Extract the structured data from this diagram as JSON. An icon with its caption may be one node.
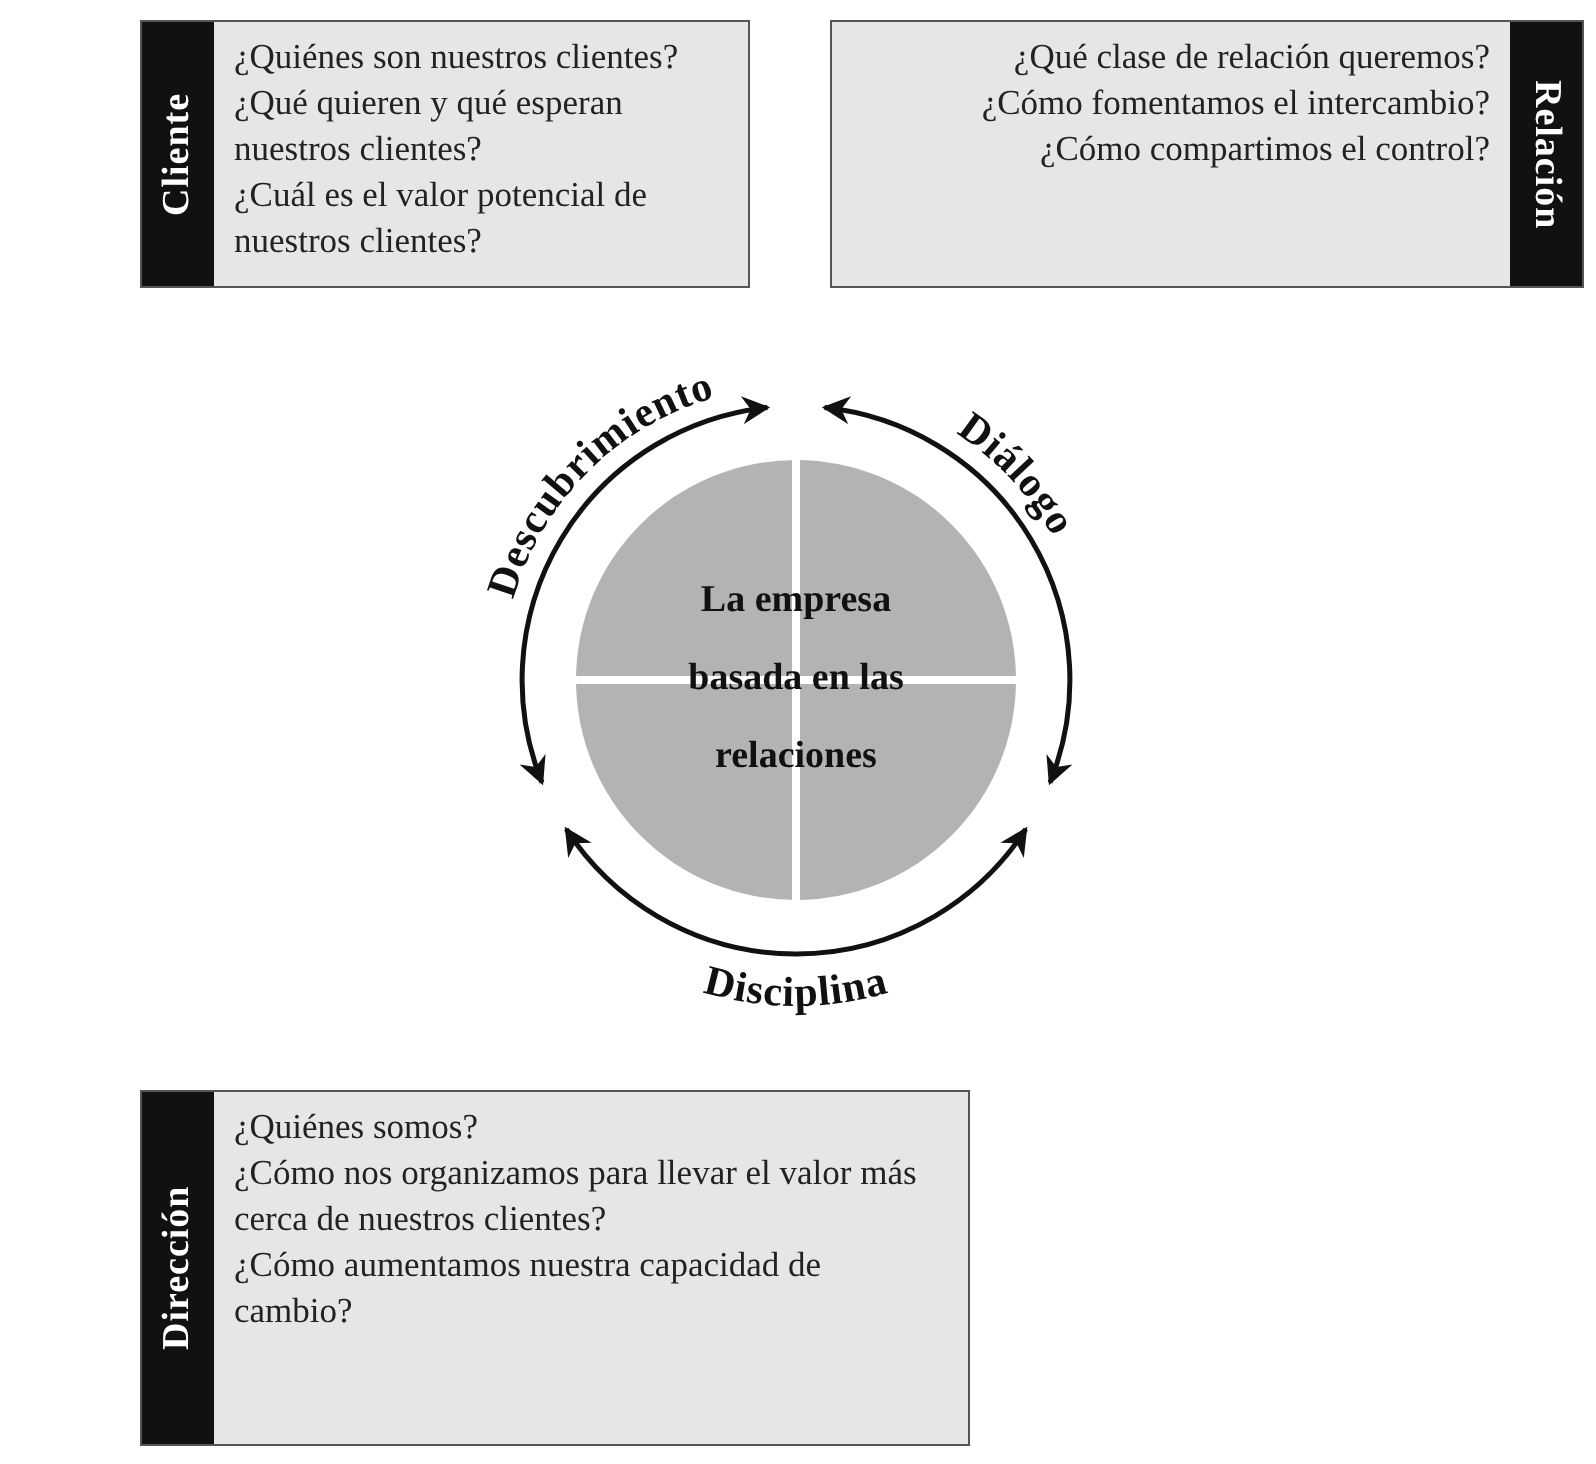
{
  "diagram": {
    "nodes": [
      {
        "text": [
          "Cliente",
          "¿Quiénes son nuestros clientes?",
          "¿Qué quieren y qué esperan nuestros clientes?",
          "¿Cuál es el valor potencial de nuestros clientes?"
        ]
      },
      {
        "text": [
          "Relación",
          "¿Qué clase de relación queremos?",
          "¿Cómo fomentamos el intercambio?",
          "¿Cómo compartimos el control?"
        ]
      },
      {
        "text": [
          "La empresa basada en las relaciones"
        ]
      },
      {
        "text": [
          "Dirección",
          "¿Quiénes somos?",
          "¿Cómo nos organizamos para llevar el valor más cerca de nuestros clientes?",
          "¿Cómo aumentamos nuestra capacidad de cambio?"
        ]
      }
    ],
    "edges": [],
    "labels": [
      "Descubrimiento",
      "Diálogo",
      "Disciplina"
    ]
  }
}
